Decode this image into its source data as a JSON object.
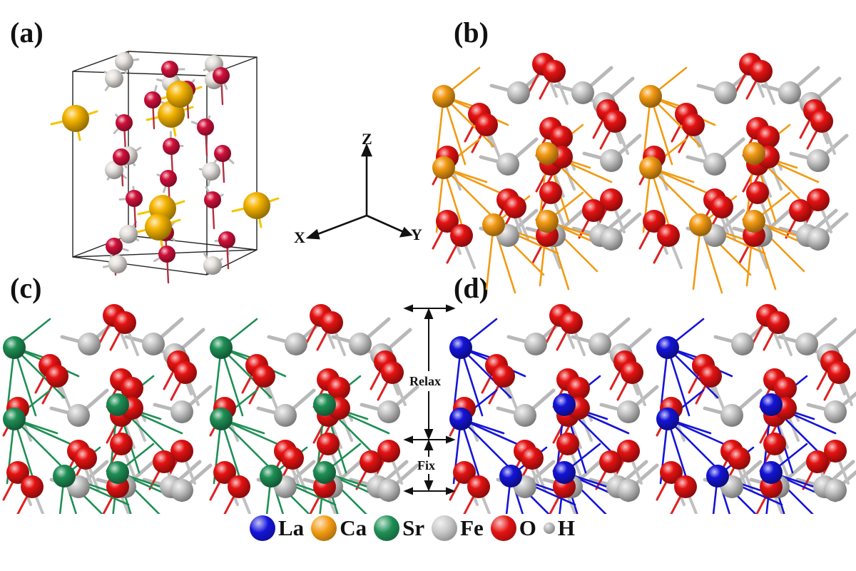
{
  "panels": {
    "a": "(a)",
    "b": "(b)",
    "c": "(c)",
    "d": "(d)"
  },
  "axes": {
    "z": "Z",
    "x": "X",
    "y": "Y"
  },
  "regions": {
    "relax": "Relax",
    "fix": "Fix"
  },
  "legend": [
    {
      "label": "La",
      "color": "#1414d8",
      "size": "large"
    },
    {
      "label": "Ca",
      "color": "#f29a12",
      "size": "large"
    },
    {
      "label": "Sr",
      "color": "#1e8f55",
      "size": "large"
    },
    {
      "label": "Fe",
      "color": "#c8c8c8",
      "size": "large"
    },
    {
      "label": "O",
      "color": "#e51212",
      "size": "large"
    },
    {
      "label": "H",
      "color": "#b4b4b4",
      "size": "small"
    }
  ],
  "colors": {
    "La": "#1414d8",
    "Ca": "#f29a12",
    "Sr": "#1e8f55",
    "Fe": "#c8c8c8",
    "O": "#e51212",
    "H": "#cfcfcf",
    "bulk_O": "#d0103a",
    "bulk_Ca": "#f5b400",
    "bulk_Fe": "#e6e2de"
  }
}
